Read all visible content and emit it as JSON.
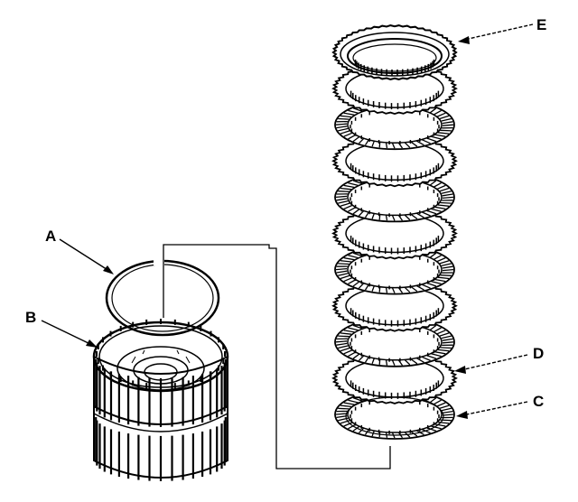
{
  "labels": {
    "a": "A",
    "b": "B",
    "c": "C",
    "d": "D",
    "e": "E"
  },
  "stack": {
    "friction_disc_count": 5,
    "steel_plate_count": 5
  },
  "colors": {
    "ink": "#000000",
    "background": "#ffffff"
  }
}
